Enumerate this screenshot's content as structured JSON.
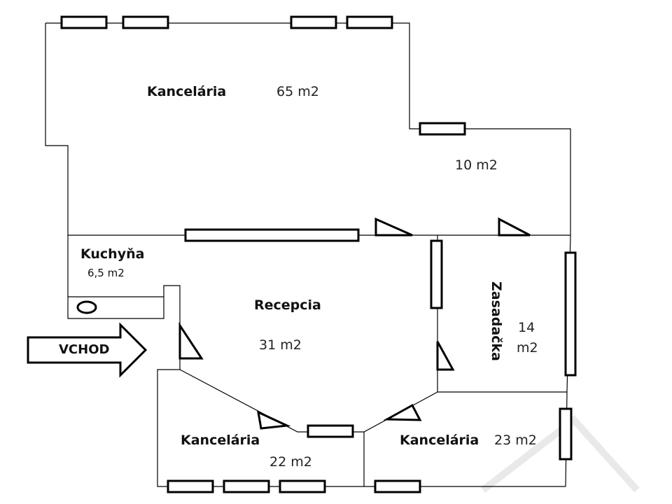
{
  "floor_plan": {
    "entrance": {
      "label": "VCHOD"
    },
    "rooms": [
      {
        "id": "office-large",
        "name": "Kancelária",
        "area": "65 m2"
      },
      {
        "id": "annex",
        "name": "",
        "area": "10 m2"
      },
      {
        "id": "kitchen",
        "name": "Kuchyňa",
        "area": "6,5 m2"
      },
      {
        "id": "reception",
        "name": "Recepcia",
        "area": "31 m2"
      },
      {
        "id": "meeting",
        "name": "Zasadačka",
        "area_line1": "14",
        "area_line2": "m2"
      },
      {
        "id": "office-left",
        "name": "Kancelária",
        "area": "22 m2"
      },
      {
        "id": "office-right",
        "name": "Kancelária",
        "area": "23 m2"
      }
    ]
  }
}
